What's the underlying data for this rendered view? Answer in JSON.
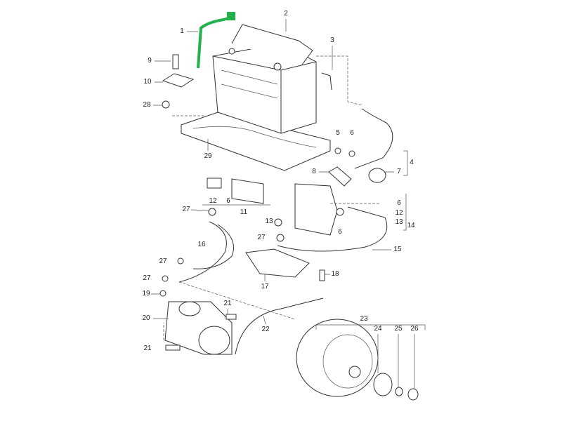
{
  "diagram": {
    "highlight_color": "#22b14c",
    "callouts": [
      {
        "id": "c1",
        "text": "1"
      },
      {
        "id": "c2",
        "text": "2"
      },
      {
        "id": "c3",
        "text": "3"
      },
      {
        "id": "c9",
        "text": "9"
      },
      {
        "id": "c10",
        "text": "10"
      },
      {
        "id": "c28",
        "text": "28"
      },
      {
        "id": "c29",
        "text": "29"
      },
      {
        "id": "c5",
        "text": "5"
      },
      {
        "id": "c6a",
        "text": "6"
      },
      {
        "id": "c4",
        "text": "4"
      },
      {
        "id": "c8",
        "text": "8"
      },
      {
        "id": "c7",
        "text": "7"
      },
      {
        "id": "c12a",
        "text": "12"
      },
      {
        "id": "c6b",
        "text": "6"
      },
      {
        "id": "c11",
        "text": "11"
      },
      {
        "id": "c27a",
        "text": "27"
      },
      {
        "id": "c13a",
        "text": "13"
      },
      {
        "id": "c6c",
        "text": "6"
      },
      {
        "id": "c6d",
        "text": "6"
      },
      {
        "id": "c12b",
        "text": "12"
      },
      {
        "id": "c13b",
        "text": "13"
      },
      {
        "id": "c14",
        "text": "14"
      },
      {
        "id": "c27b",
        "text": "27"
      },
      {
        "id": "c16",
        "text": "16"
      },
      {
        "id": "c15",
        "text": "15"
      },
      {
        "id": "c27c",
        "text": "27"
      },
      {
        "id": "c27d",
        "text": "27"
      },
      {
        "id": "c18",
        "text": "18"
      },
      {
        "id": "c17",
        "text": "17"
      },
      {
        "id": "c19",
        "text": "19"
      },
      {
        "id": "c21a",
        "text": "21"
      },
      {
        "id": "c20",
        "text": "20"
      },
      {
        "id": "c22",
        "text": "22"
      },
      {
        "id": "c23",
        "text": "23"
      },
      {
        "id": "c24",
        "text": "24"
      },
      {
        "id": "c25",
        "text": "25"
      },
      {
        "id": "c26",
        "text": "26"
      },
      {
        "id": "c21b",
        "text": "21"
      }
    ]
  }
}
